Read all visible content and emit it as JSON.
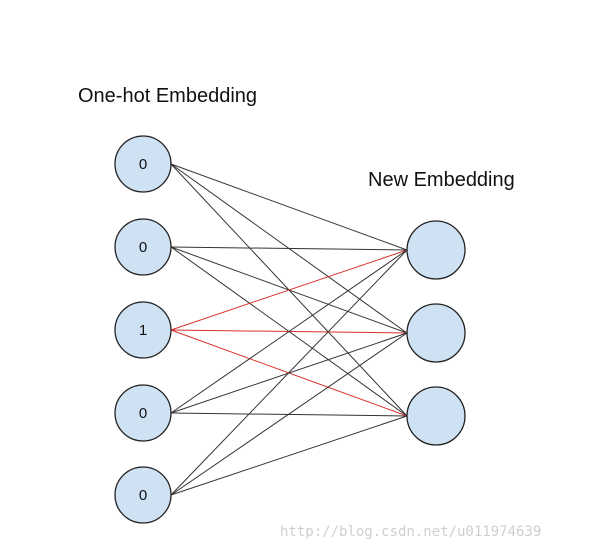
{
  "diagram": {
    "input_title": "One-hot Embedding",
    "output_title": "New Embedding",
    "watermark": "http://blog.csdn.net/u011974639",
    "input_values": [
      "0",
      "0",
      "1",
      "0",
      "0"
    ],
    "output_count": 3,
    "active_input_index": 2,
    "colors": {
      "node_fill": "#cfe2f3",
      "node_stroke": "#222222",
      "edge_default": "#333333",
      "edge_active": "#d9302c"
    }
  }
}
